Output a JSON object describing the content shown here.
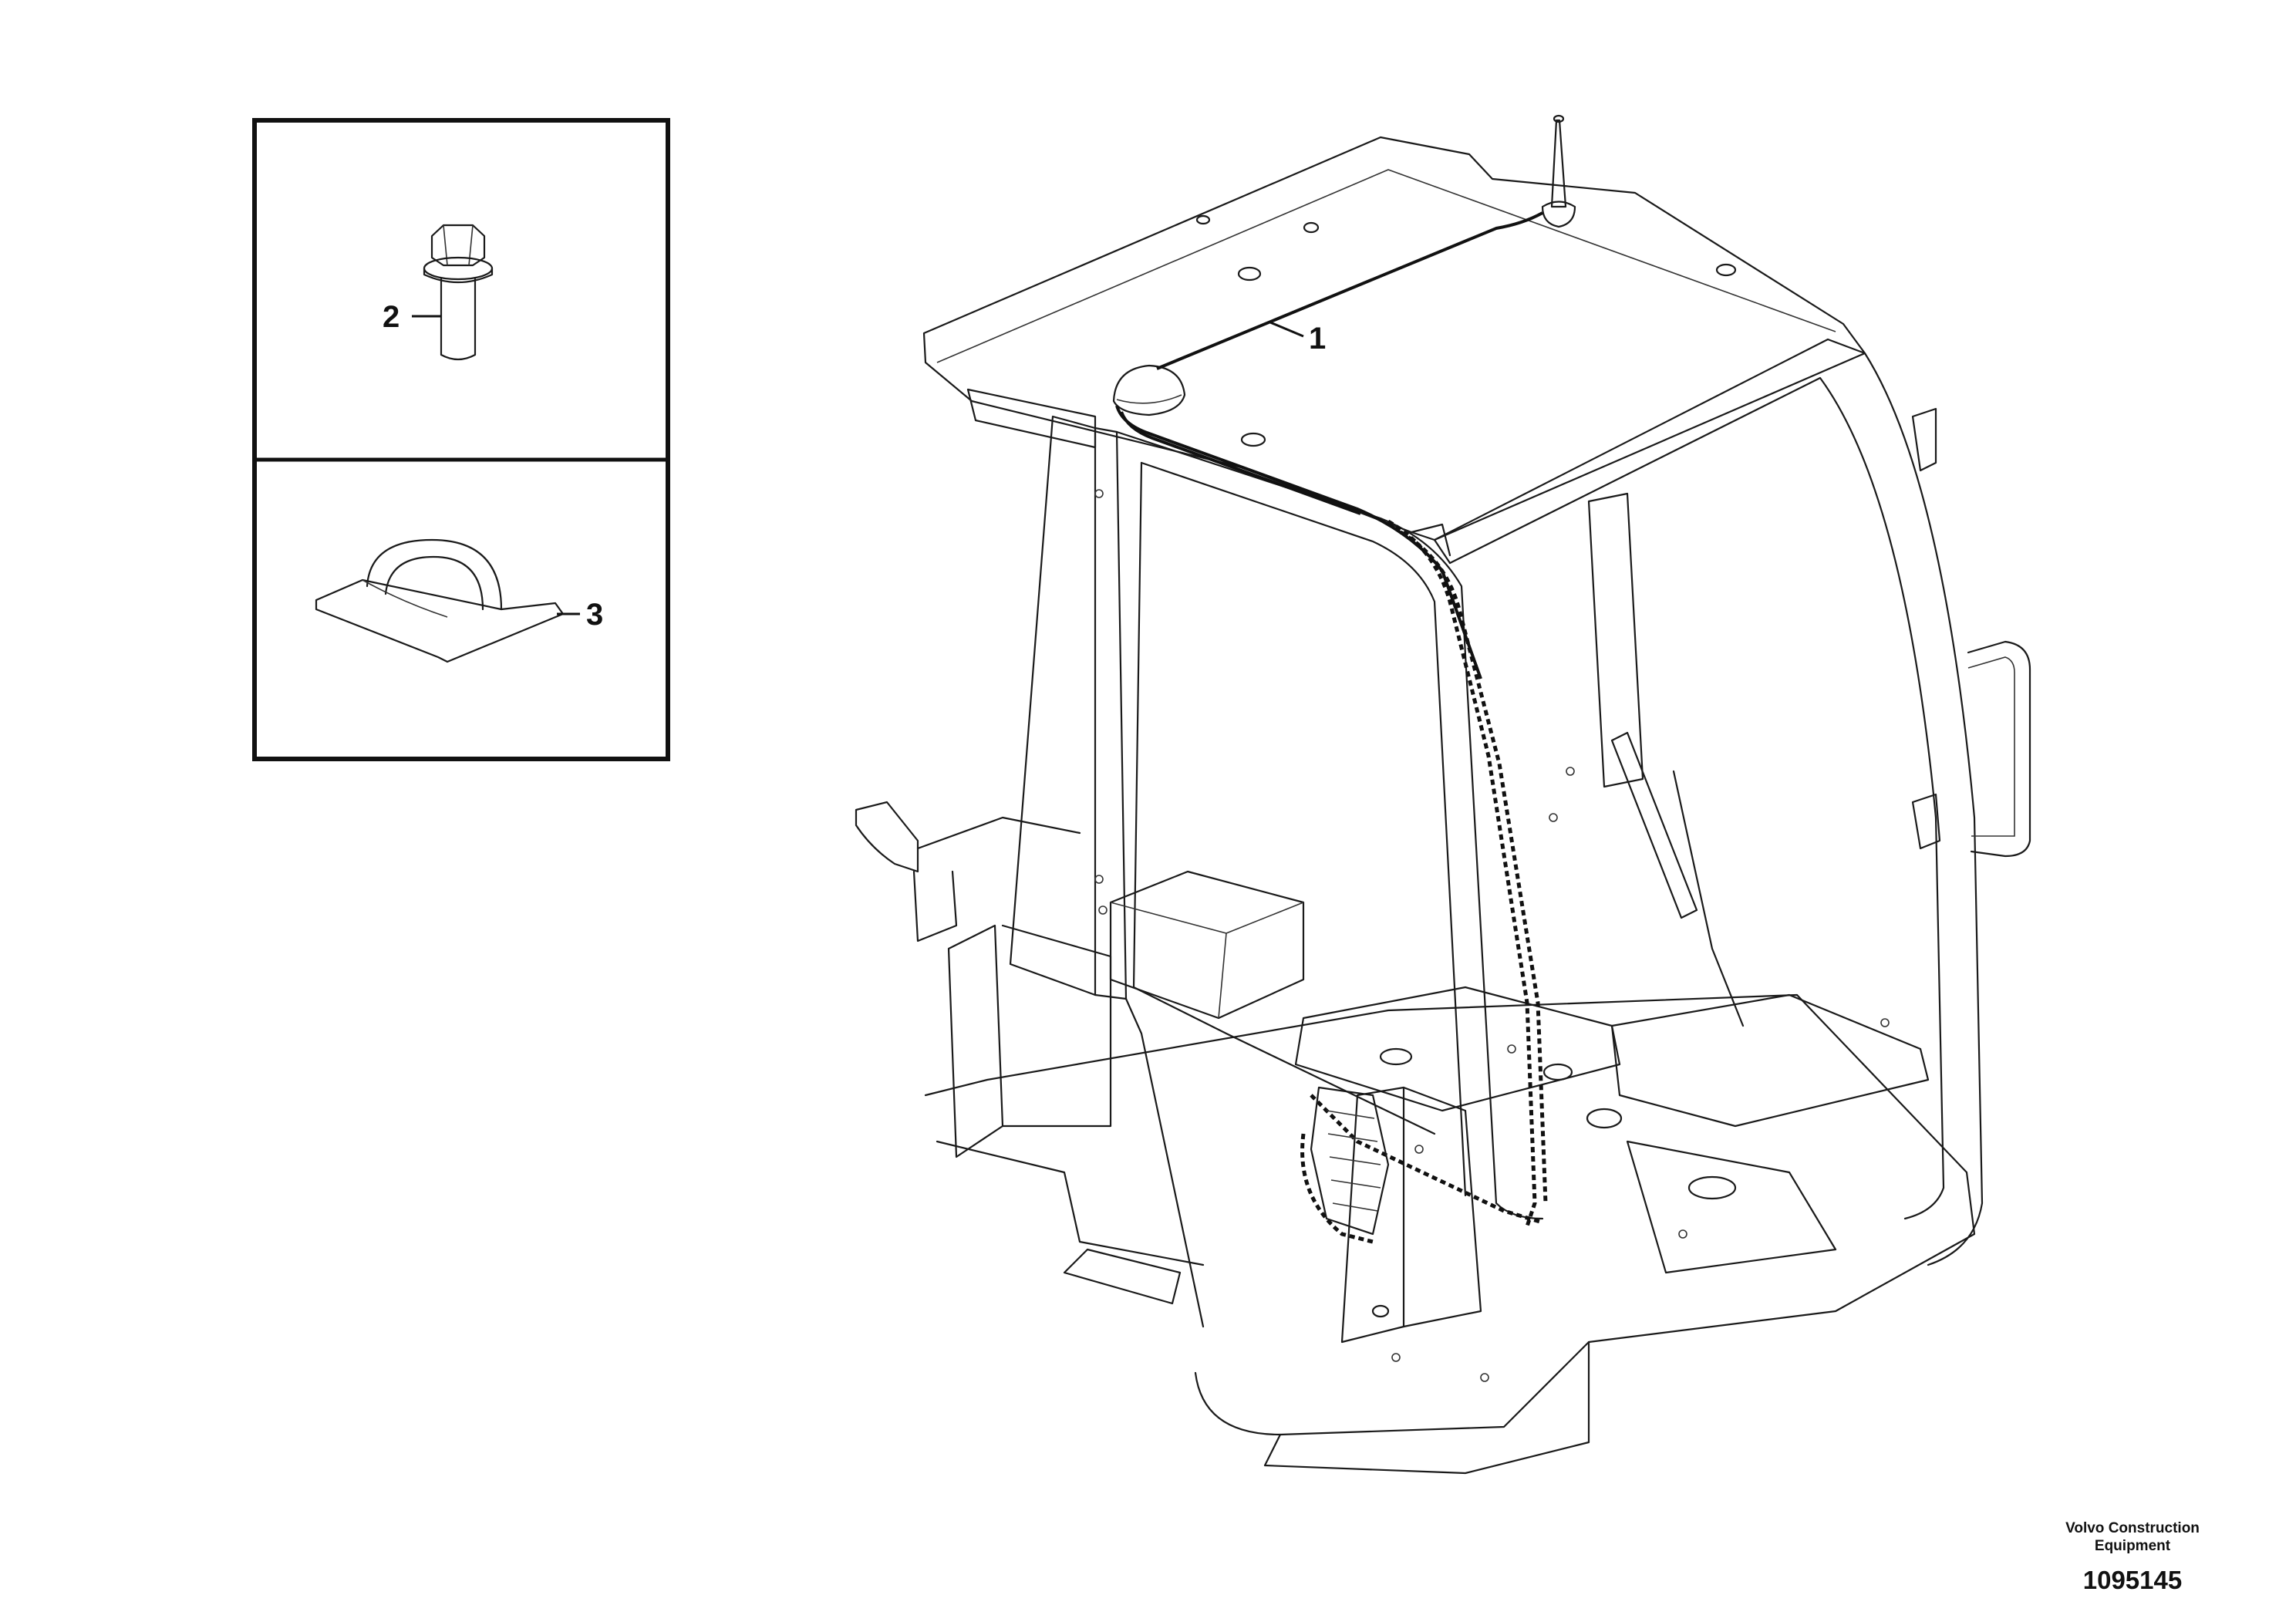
{
  "callouts": {
    "item1": "1",
    "item2": "2",
    "item3": "3"
  },
  "manufacturer": {
    "line1": "Volvo Construction",
    "line2": "Equipment"
  },
  "drawing_number": "1095145"
}
